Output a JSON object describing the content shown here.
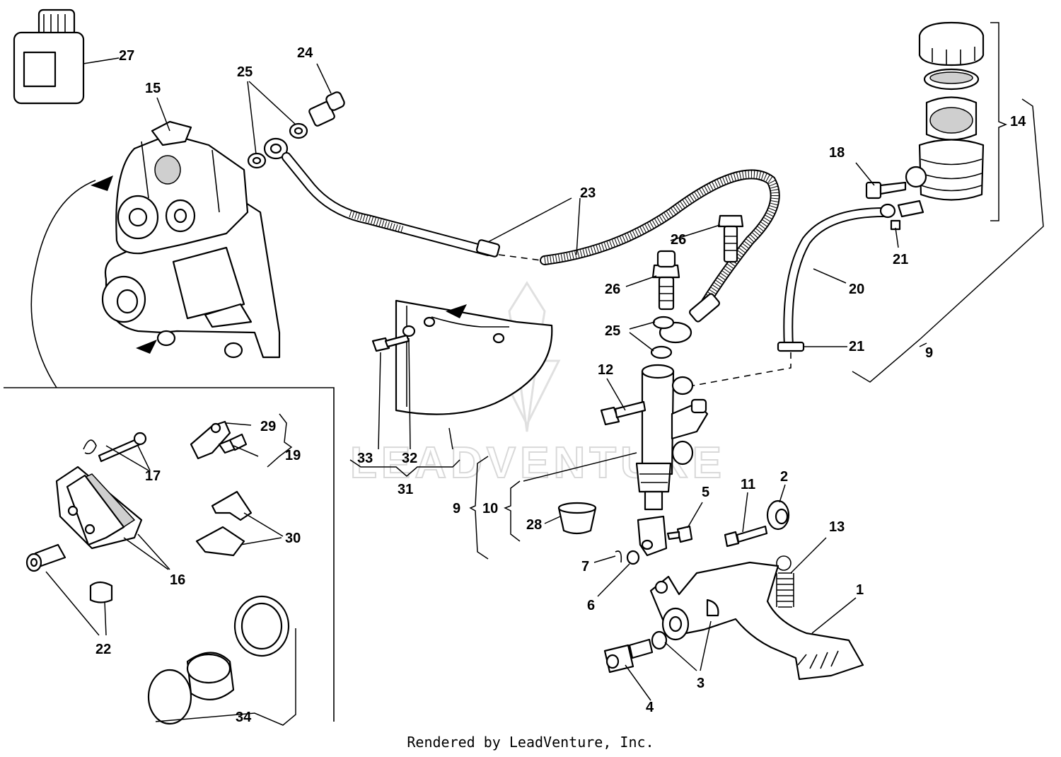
{
  "callouts": {
    "c1": "1",
    "c2": "2",
    "c3": "3",
    "c4": "4",
    "c5": "5",
    "c6": "6",
    "c7": "7",
    "c9a": "9",
    "c9b": "9",
    "c10": "10",
    "c11": "11",
    "c12": "12",
    "c13": "13",
    "c14": "14",
    "c15": "15",
    "c16": "16",
    "c17": "17",
    "c18": "18",
    "c19": "19",
    "c20": "20",
    "c21a": "21",
    "c21b": "21",
    "c22": "22",
    "c23": "23",
    "c24": "24",
    "c25a": "25",
    "c25b": "25",
    "c26a": "26",
    "c26b": "26",
    "c27": "27",
    "c28": "28",
    "c29": "29",
    "c30": "30",
    "c31": "31",
    "c32": "32",
    "c33": "33",
    "c34": "34"
  },
  "watermark": "LEADVENTURE",
  "footer": "Rendered by LeadVenture, Inc."
}
